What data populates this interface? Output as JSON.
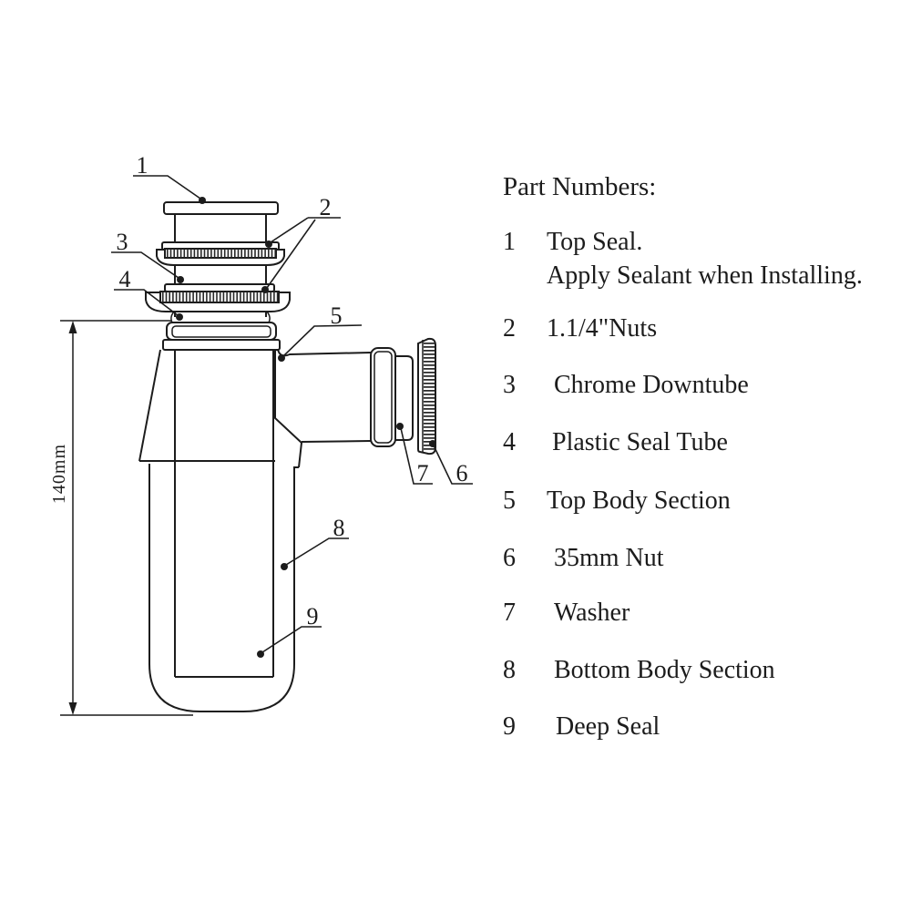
{
  "colors": {
    "line": "#1c1c1c",
    "background": "#ffffff"
  },
  "dimension": {
    "label": "140mm"
  },
  "parts_list": {
    "title": "Part Numbers:",
    "items": [
      {
        "num": "1",
        "label": "Top Seal.",
        "note": "Apply Sealant when Installing."
      },
      {
        "num": "2",
        "label": "1.1/4\"Nuts",
        "note": ""
      },
      {
        "num": "3",
        "label": "Chrome Downtube",
        "note": ""
      },
      {
        "num": "4",
        "label": "Plastic Seal Tube",
        "note": ""
      },
      {
        "num": "5",
        "label": "Top Body Section",
        "note": ""
      },
      {
        "num": "6",
        "label": "35mm Nut",
        "note": ""
      },
      {
        "num": "7",
        "label": "Washer",
        "note": ""
      },
      {
        "num": "8",
        "label": "Bottom Body Section",
        "note": ""
      },
      {
        "num": "9",
        "label": "Deep Seal",
        "note": ""
      }
    ]
  }
}
